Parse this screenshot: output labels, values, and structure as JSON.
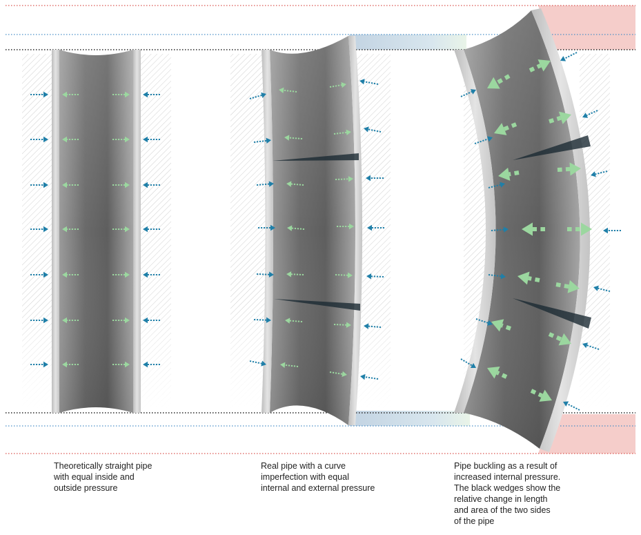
{
  "colors": {
    "outside_pressure_arrow": "#1f7fa8",
    "inside_pressure_arrow": "#9bd79f",
    "pipe_wall": "#d7d7d7",
    "pipe_interior": "#6b6b6b",
    "hatch": "#c8c8c8",
    "red_band": "#f4c9c6",
    "blue_band": "#c9d9e6",
    "red_dotted_line": "#d9534f",
    "blue_dotted_line": "#4a8fc7",
    "black_dotted_line": "#222222",
    "wedge": "#1c2b33"
  },
  "icons": [
    "outside-pressure-arrow-icon",
    "inside-pressure-arrow-icon"
  ],
  "captions": [
    [
      "Theoretically straight pipe",
      "with equal inside and",
      "outside pressure"
    ],
    [
      "Real pipe with a curve",
      "imperfection with equal",
      "internal and external pressure"
    ],
    [
      "Pipe buckling as a result of",
      "increased internal pressure.",
      "The black wedges show the",
      "relative change in length",
      "and area of the two sides",
      "of the pipe"
    ]
  ]
}
